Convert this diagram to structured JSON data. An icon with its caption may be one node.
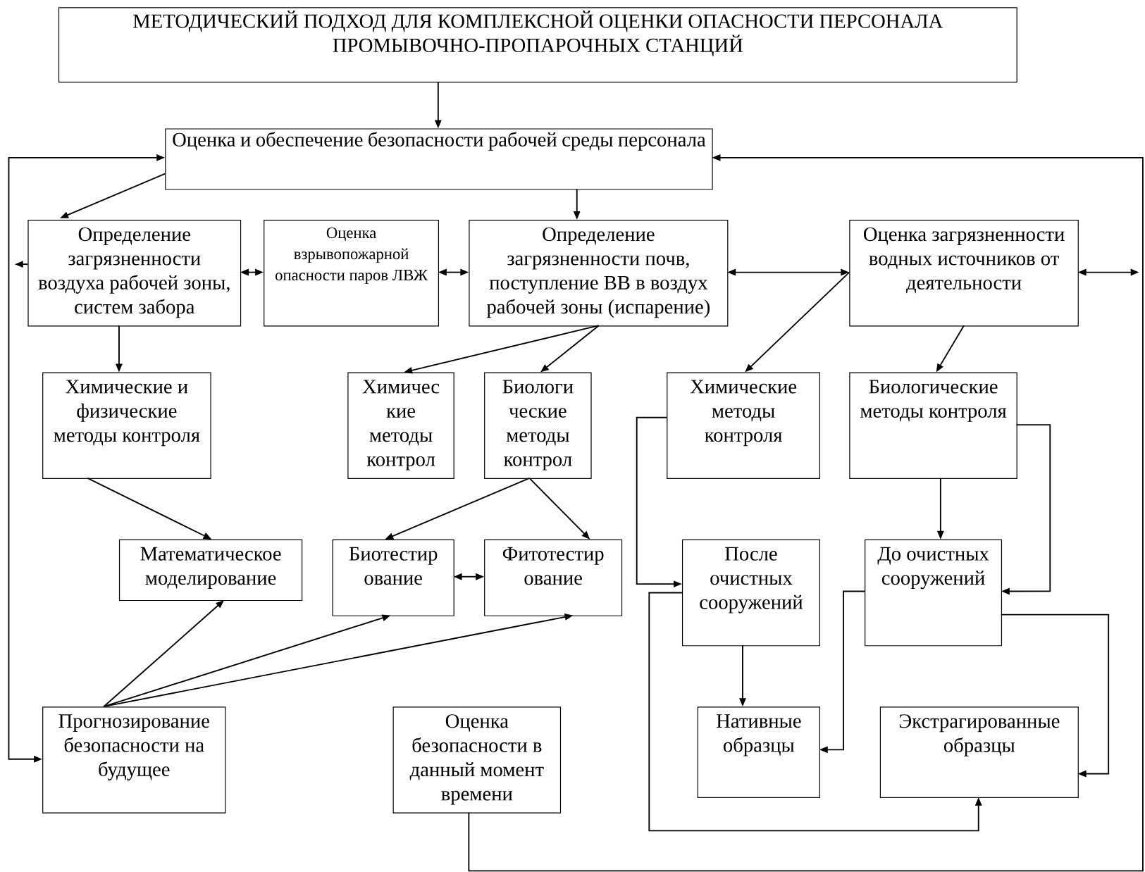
{
  "diagram": {
    "nodes": [
      {
        "text": [
          "МЕТОДИЧЕСКИЙ  ПОДХОД ДЛЯ  КОМПЛЕКСНОЙ ОЦЕНКИ ОПАСНОСТИ ПЕРСОНАЛА ПРОМЫВОЧНО-ПРОПАРОЧНЫХ СТАНЦИЙ"
        ]
      },
      {
        "text": [
          "Оценка и обеспечение  безопасности рабочей среды персонала"
        ]
      },
      {
        "text": [
          "Определение загрязненности воздуха рабочей зоны,  систем забора"
        ]
      },
      {
        "text": [
          "Оценка взрывопожарной опасности  паров ЛВЖ"
        ]
      },
      {
        "text": [
          "Определение загрязненности  почв, поступление ВВ в воздух рабочей зоны (испарение)"
        ]
      },
      {
        "text": [
          "Оценка загрязненности водных источников от деятельности"
        ]
      },
      {
        "text": [
          "Химические и физические методы контроля"
        ]
      },
      {
        "text": [
          "Химичес кие методы контрол"
        ]
      },
      {
        "text": [
          "Биологи ческие методы контрол"
        ]
      },
      {
        "text": [
          "Химические методы контроля"
        ]
      },
      {
        "text": [
          "Биологические методы контроля"
        ]
      },
      {
        "text": [
          "Математическое моделирование"
        ]
      },
      {
        "text": [
          "Биотестир ование"
        ]
      },
      {
        "text": [
          "Фитотестир ование"
        ]
      },
      {
        "text": [
          "После очистных сооружений"
        ]
      },
      {
        "text": [
          "До очистных сооружений"
        ]
      },
      {
        "text": [
          "Прогнозирование безопасности на будущее"
        ]
      },
      {
        "text": [
          "Оценка безопасности в данный момент времени"
        ]
      },
      {
        "text": [
          "Нативные образцы"
        ]
      },
      {
        "text": [
          "Экстрагированные образцы"
        ]
      }
    ],
    "edges": [
      {
        "from": 0,
        "to": 1,
        "arrow": "to"
      },
      {
        "from": 1,
        "to": 2,
        "arrow": "to"
      },
      {
        "from": 1,
        "to": 4,
        "arrow": "to"
      },
      {
        "from": 16,
        "to": 1,
        "arrow": "both"
      },
      {
        "from": 2,
        "to": null,
        "arrow": "to"
      },
      {
        "from": 2,
        "to": 3,
        "arrow": "both"
      },
      {
        "from": 3,
        "to": 4,
        "arrow": "both"
      },
      {
        "from": 4,
        "to": 5,
        "arrow": "both"
      },
      {
        "from": 5,
        "to": null,
        "arrow": "both"
      },
      {
        "from": 17,
        "to": 1,
        "arrow": "to"
      },
      {
        "from": 2,
        "to": 6,
        "arrow": "to"
      },
      {
        "from": 4,
        "to": 7,
        "arrow": "to"
      },
      {
        "from": 4,
        "to": 8,
        "arrow": "to"
      },
      {
        "from": 5,
        "to": 9,
        "arrow": "to"
      },
      {
        "from": 5,
        "to": 10,
        "arrow": "to"
      },
      {
        "from": 6,
        "to": 11,
        "arrow": "to"
      },
      {
        "from": 8,
        "to": 12,
        "arrow": "to"
      },
      {
        "from": 8,
        "to": 13,
        "arrow": "to"
      },
      {
        "from": 12,
        "to": 13,
        "arrow": "both"
      },
      {
        "from": 16,
        "to": 11,
        "arrow": "to"
      },
      {
        "from": 16,
        "to": 12,
        "arrow": "to"
      },
      {
        "from": 16,
        "to": 13,
        "arrow": "to"
      },
      {
        "from": 9,
        "to": 14,
        "arrow": "to"
      },
      {
        "from": 10,
        "to": 15,
        "arrow": "to"
      },
      {
        "from": 10,
        "to": 15,
        "arrow": "to"
      },
      {
        "from": 14,
        "to": 18,
        "arrow": "to"
      },
      {
        "from": 14,
        "to": 19,
        "arrow": "to"
      },
      {
        "from": 15,
        "to": 18,
        "arrow": "to"
      },
      {
        "from": 15,
        "to": 19,
        "arrow": "to"
      }
    ]
  }
}
